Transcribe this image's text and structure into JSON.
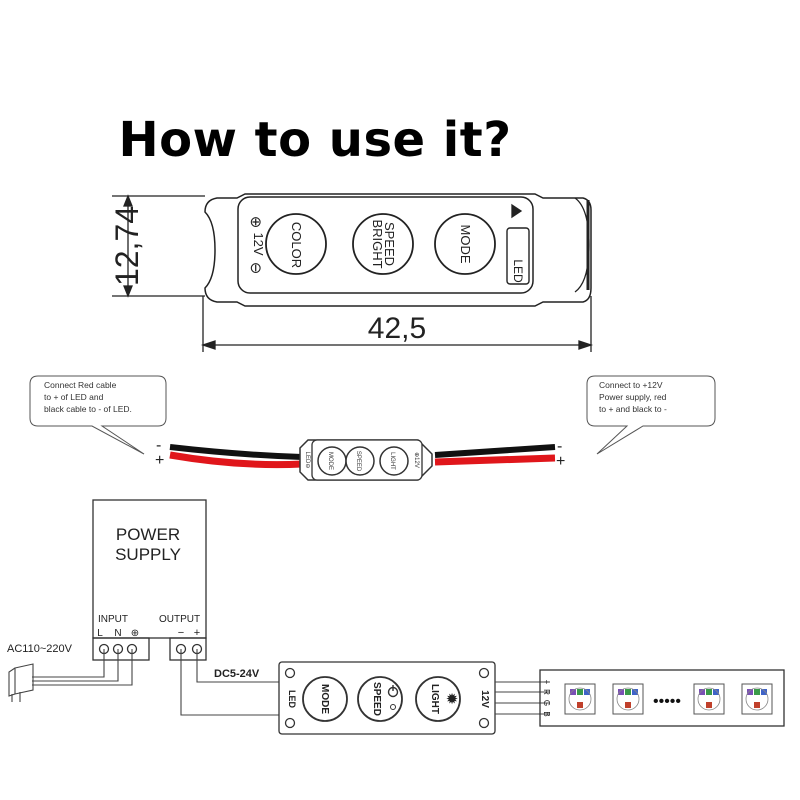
{
  "title": "How to use it?",
  "dimensions": {
    "height": "12,74",
    "width": "42,5"
  },
  "controller_top": {
    "plus": "⊕",
    "voltage": "12V",
    "minus": "⊖",
    "buttons": [
      "COLOR",
      "SPEED",
      "BRIGHT",
      "MODE"
    ],
    "led_label": "LED"
  },
  "controller_small": {
    "left_label": "LED⊖",
    "right_label": "⊕12V",
    "buttons": [
      "MODE",
      "SPEED",
      "LIGHT"
    ]
  },
  "callouts": {
    "left": [
      "Connect Red cable",
      "to + of LED and",
      "black cable to - of LED."
    ],
    "right": [
      "Connect to +12V",
      "Power supply, red",
      "to + and black to -"
    ]
  },
  "polarity": {
    "minus": "-",
    "plus": "+"
  },
  "power_supply": {
    "title_line1": "POWER",
    "title_line2": "SUPPLY",
    "input_label": "INPUT",
    "output_label": "OUTPUT",
    "input_terminals": [
      "L",
      "N",
      "⊕"
    ],
    "output_terminals": [
      "−",
      "+"
    ]
  },
  "ac_label": "AC110~220V",
  "dc_label": "DC5-24V",
  "controller_bottom": {
    "led_label": "LED",
    "mode_label": "MODE",
    "speed_label": "SPEED",
    "light_label": "LIGHT",
    "voltage": "12V",
    "pins": [
      "+",
      "R",
      "G",
      "B"
    ]
  },
  "strip": {
    "ellipsis": "•••••"
  },
  "colors": {
    "red_wire": "#e0161b",
    "black_wire": "#000000",
    "line": "#333333"
  }
}
